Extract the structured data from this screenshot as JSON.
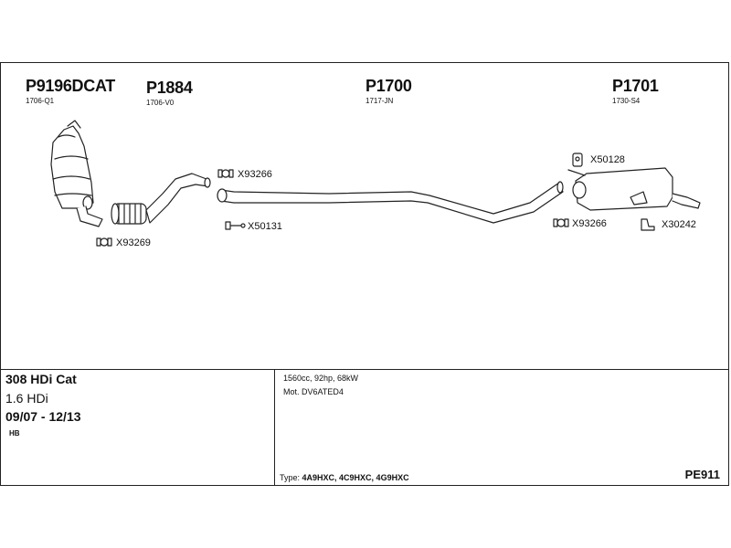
{
  "parts": [
    {
      "number": "P9196DCAT",
      "code": "1706-Q1"
    },
    {
      "number": "P1884",
      "code": "1706-V0"
    },
    {
      "number": "P1700",
      "code": "1717-JN"
    },
    {
      "number": "P1701",
      "code": "1730-S4"
    }
  ],
  "fittings": [
    {
      "ref": "X93269",
      "icon": "clamp-icon"
    },
    {
      "ref": "X93266",
      "icon": "clamp-icon"
    },
    {
      "ref": "X50131",
      "icon": "bolt-icon"
    },
    {
      "ref": "X50128",
      "icon": "rubber-hanger-icon"
    },
    {
      "ref": "X93266",
      "icon": "clamp-icon"
    },
    {
      "ref": "X30242",
      "icon": "bracket-icon"
    }
  ],
  "vehicle": {
    "model": "308 HDi Cat",
    "engine": "1.6 HDi",
    "years": "09/07 - 12/13",
    "body": "HB"
  },
  "specs": {
    "power": "1560cc, 92hp, 68kW",
    "motor": "Mot. DV6ATED4",
    "type_label": "Type:",
    "type_codes": "4A9HXC, 4C9HXC, 4G9HXC"
  },
  "diagram_code": "PE911"
}
